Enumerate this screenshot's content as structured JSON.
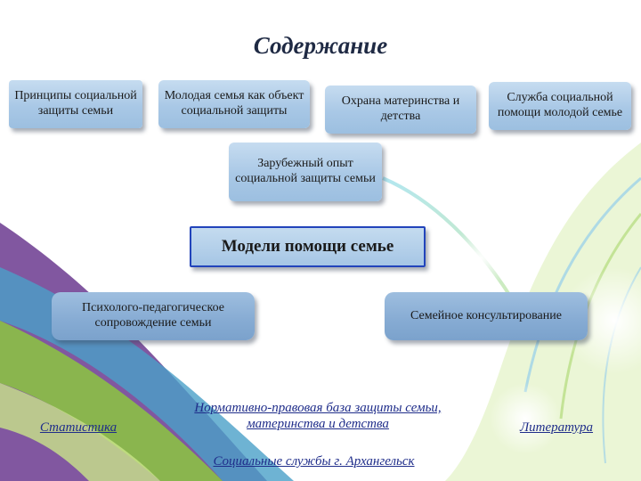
{
  "title": "Содержание",
  "top_boxes": [
    {
      "label": "Принципы социальной защиты семьи"
    },
    {
      "label": "Молодая семья как объект социальной защиты"
    },
    {
      "label": "Охрана материнства и детства"
    },
    {
      "label": "Служба социальной помощи молодой семье"
    }
  ],
  "foreign_box": {
    "label": "Зарубежный опыт социальной защиты семьи"
  },
  "models_box": {
    "label": "Модели помощи семье"
  },
  "lower_boxes": [
    {
      "label": "Психолого-педагогическое сопровождение семьи"
    },
    {
      "label": "Семейное консультирование"
    }
  ],
  "links": {
    "statistics": "Статистика",
    "legal_base": "Нормативно-правовая база защиты семьи, материнства и детства",
    "literature": "Литература",
    "social_services": "Социальные службы г. Архангельск"
  },
  "colors": {
    "box_fill": "#a9c8e6",
    "highlight_border": "#2244bb",
    "link_text": "#1f2d8a",
    "accent_green": "#8cc63f",
    "accent_purple": "#7a4a9c"
  }
}
